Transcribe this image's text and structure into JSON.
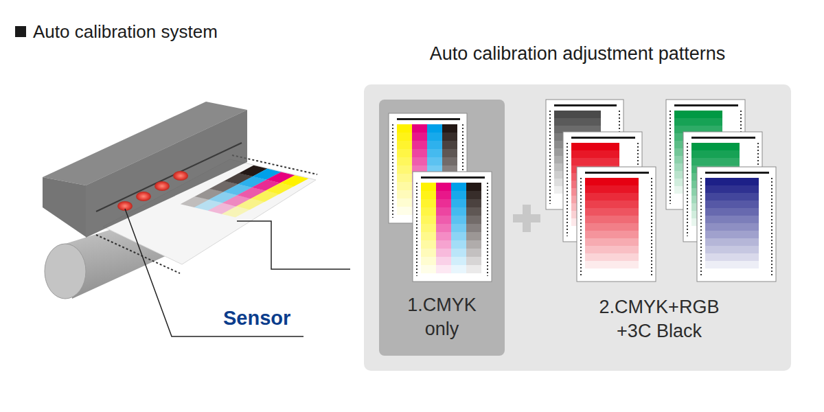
{
  "diagram": {
    "title": "Auto calibration system",
    "nodes": [
      {
        "text": [
          "Auto calibration adjustment patterns"
        ]
      },
      {
        "text": [
          "1.CMYK only"
        ],
        "in": 0
      }
    ],
    "labels": [
      "Sensor",
      "2.CMYK+RGB +3C Black"
    ]
  }
}
